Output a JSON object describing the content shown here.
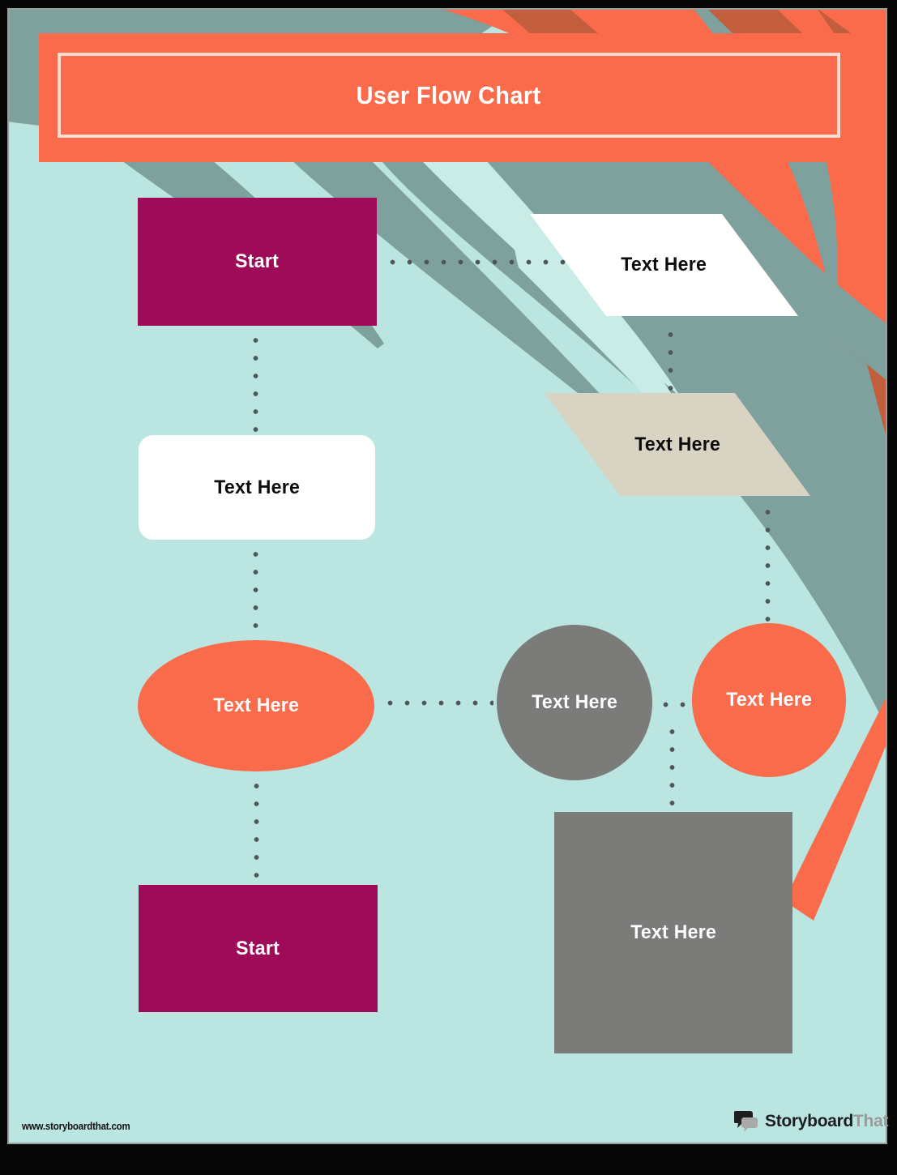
{
  "title": {
    "text": "User Flow Chart"
  },
  "nodes": {
    "start_top": {
      "label": "Start",
      "shape": "rectangle",
      "color": "#9E0C59"
    },
    "io_top": {
      "label": "Text Here",
      "shape": "parallelogram",
      "color": "#FFFFFF"
    },
    "process_white": {
      "label": "Text Here",
      "shape": "rounded-rect",
      "color": "#FFFFFF"
    },
    "io_mid": {
      "label": "Text Here",
      "shape": "parallelogram",
      "color": "#D8D3C3"
    },
    "ellipse": {
      "label": "Text Here",
      "shape": "ellipse",
      "color": "#F96B4B"
    },
    "circle_gray": {
      "label": "Text Here",
      "shape": "circle",
      "color": "#7B7B79"
    },
    "circle_orange": {
      "label": "Text Here",
      "shape": "circle",
      "color": "#F96B4B"
    },
    "square_gray": {
      "label": "Text Here",
      "shape": "square",
      "color": "#7B7B79"
    },
    "start_bottom": {
      "label": "Start",
      "shape": "rectangle",
      "color": "#9E0C59"
    }
  },
  "footer": {
    "url": "www.storyboardthat.com",
    "logo_primary": "Storyboard",
    "logo_secondary": "That"
  },
  "colors": {
    "background_teal": "#BAE5E0",
    "slate": "#7FA19E",
    "orange": "#F96B4B",
    "dark_orange_stripe": "#C25E3E",
    "magenta": "#9E0C59",
    "beige": "#D8D3C3",
    "gray_shape": "#7B7B79",
    "banner_border": "#FBDCD0",
    "dot_gray": "#4F555C",
    "frame_black": "#070707"
  }
}
